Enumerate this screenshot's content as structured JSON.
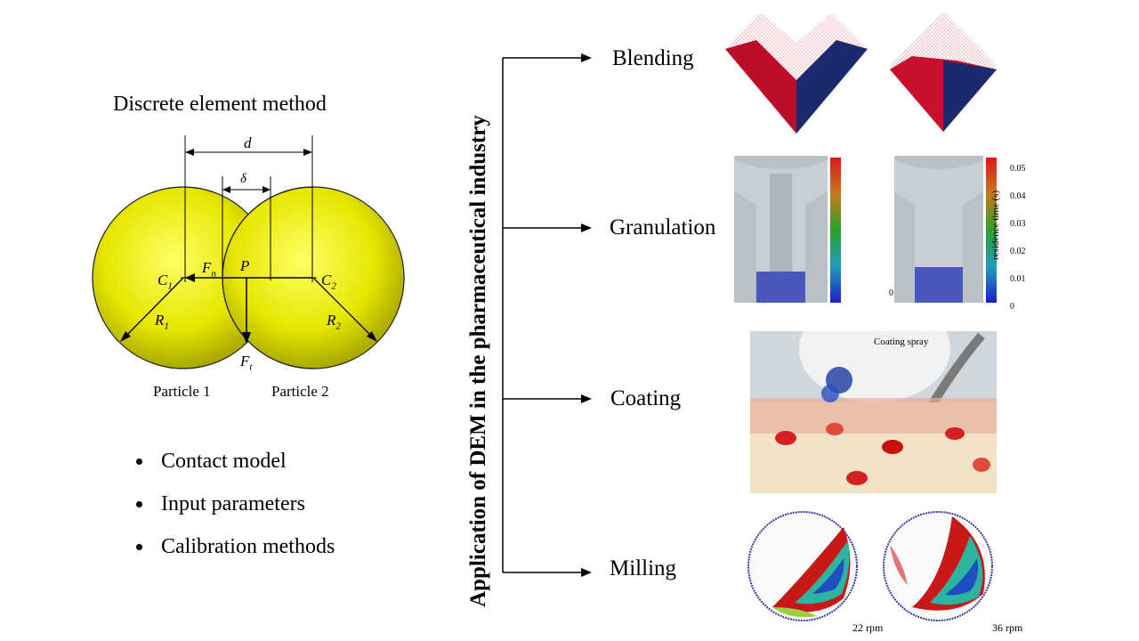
{
  "left": {
    "title": "Discrete element method",
    "labels": {
      "d": "d",
      "delta": "δ",
      "fn_main": "F",
      "fn_sub": "n",
      "p": "P",
      "c1_main": "C",
      "c1_sub": "1",
      "c2_main": "C",
      "c2_sub": "2",
      "r1_main": "R",
      "r1_sub": "1",
      "r2_main": "R",
      "r2_sub": "2",
      "ft_main": "F",
      "ft_sub": "t"
    },
    "particle1": "Particle 1",
    "particle2": "Particle 2",
    "bullets": [
      "Contact model",
      "Input parameters",
      "Calibration methods"
    ]
  },
  "right": {
    "vertical_title": "Application of DEM in the pharmaceutical industry",
    "applications": [
      "Blending",
      "Granulation",
      "Coating",
      "Milling"
    ],
    "granulation_colorbar": {
      "label": "residence time (s)",
      "ticks": [
        "0.05",
        "0.04",
        "0.03",
        "0.02",
        "0.01",
        "0"
      ],
      "zero_label": "0"
    },
    "coating_annotation": "Coating spray",
    "milling_speeds": [
      "22 rpm",
      "36 rpm"
    ]
  },
  "colors": {
    "sphere": "#e6e600",
    "blend_red": "#c8102e",
    "blend_blue": "#1a2a6c"
  }
}
